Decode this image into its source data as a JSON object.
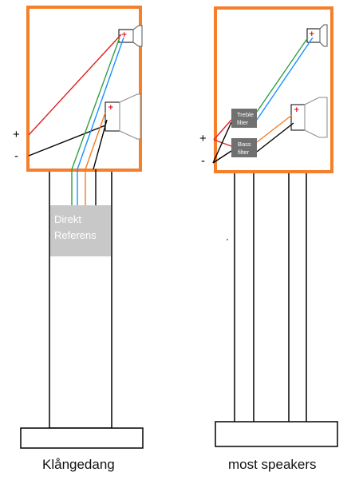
{
  "left": {
    "plus_label": "+",
    "minus_label": "-",
    "box_line1": "Direkt",
    "box_line2": "Referens",
    "caption": "Klångedang",
    "terminal_plus": "+"
  },
  "right": {
    "plus_label": "+",
    "minus_label": "-",
    "treble_line1": "Treble",
    "treble_line2": "filter",
    "bass_line1": "Bass",
    "bass_line2": "filter",
    "caption": "most speakers",
    "terminal_plus": "+"
  },
  "colors": {
    "cabinet_border": "#f57f2a",
    "wire_red": "#e02020",
    "wire_green": "#2ea043",
    "wire_blue": "#1e90ff",
    "wire_orange": "#f47c20",
    "wire_black": "#000000",
    "box_gray": "#c8c8c8",
    "filter_gray": "#707070"
  }
}
